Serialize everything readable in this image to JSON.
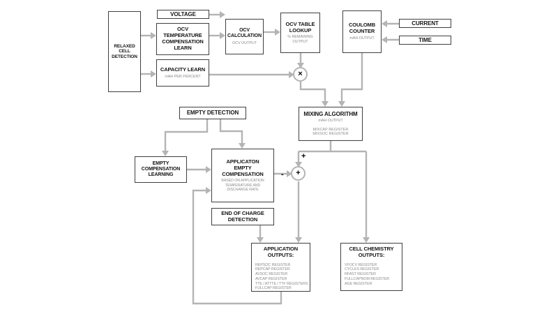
{
  "diagram": {
    "boxes": {
      "relaxed_cell_detection": {
        "label": "RELAXED\nCELL\nDETECTION"
      },
      "voltage": {
        "label": "VOLTAGE"
      },
      "ocv_temperature_compensation_learn": {
        "label": "OCV\nTEMPERATURE\nCOMPENSATION\nLEARN"
      },
      "ocv_calculation": {
        "label": "OCV\nCALCULATION",
        "sublabel": "OCV OUTPUT"
      },
      "ocv_table_lookup": {
        "label": "OCV TABLE\nLOOKUP",
        "sublabel": "% REMAINING\nOUTPUT"
      },
      "coulomb_counter": {
        "label": "COULOMB\nCOUNTER",
        "sublabel": "mAH OUTPUT"
      },
      "current": {
        "label": "CURRENT"
      },
      "time": {
        "label": "TIME"
      },
      "capacity_learn": {
        "label": "CAPACITY LEARN",
        "sublabel": "mAH PER PERCENT"
      },
      "mixing_algorithm": {
        "label": "MIXING ALGORITHM",
        "sublabel": "mAH OUTPUT",
        "registers": "MIXCAP REGISTER\nMIXSOC REGISTER"
      },
      "empty_detection": {
        "label": "EMPTY DETECTION"
      },
      "empty_compensation_learning": {
        "label": "EMPTY\nCOMPENSATION\nLEARNING"
      },
      "application_empty_compensation": {
        "label": "APPLICATON\nEMPTY\nCOMPENSATION",
        "sublabel": "BASED ON APPLICATION\nTEMPERATURE AND\nDISCHARGE RATE"
      },
      "end_of_charge_detection": {
        "label": "END OF CHARGE\nDETECTION"
      },
      "application_outputs": {
        "label": "APPLICATION\nOUTPUTS:",
        "items": [
          "REPSOC REGISTER",
          "REPCAP REGISTER",
          "AVSOC REGISTER",
          "AVCAP REGISTER",
          "TTE / ATTTE / TTF REGISTERS",
          "FULLCAP REGISTER"
        ]
      },
      "cell_chemistry_outputs": {
        "label": "CELL CHEMISTRY\nOUTPUTS:",
        "items": [
          "VFOCV REGISTER",
          "CYCLES REGISTER",
          "RFAST REGISTER",
          "FULLCAPNOM REGISTER",
          "AGE REGISTER"
        ]
      }
    },
    "operators": {
      "multiply": "×",
      "sum": "+",
      "plus_label": "+",
      "minus_label": "-"
    },
    "colors": {
      "line": "#b4b4b4",
      "box_border": "#3f3f3f",
      "heading_text": "#141414",
      "sub_text": "#8c8c8c",
      "background": "#ffffff"
    }
  }
}
